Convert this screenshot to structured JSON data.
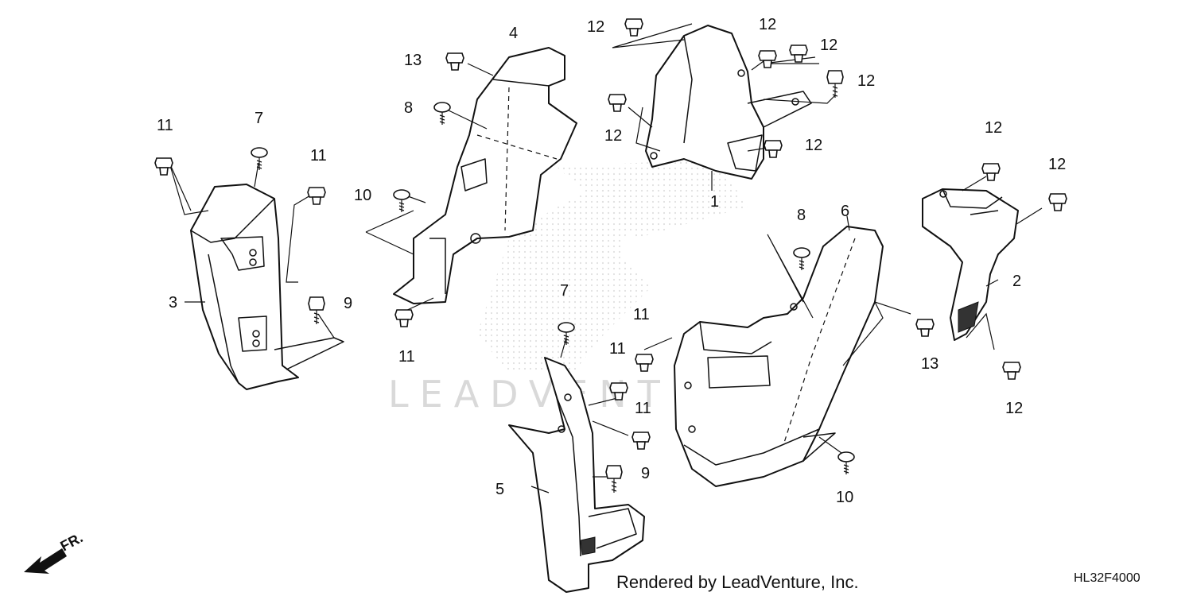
{
  "watermark": {
    "text": "LEADVENTURE"
  },
  "footer": {
    "rendered_by": "Rendered by LeadVenture, Inc.",
    "diagram_code": "HL32F4000"
  },
  "direction": {
    "label": "FR."
  },
  "callouts": [
    {
      "id": "c1",
      "text": "1"
    },
    {
      "id": "c2",
      "text": "2"
    },
    {
      "id": "c3",
      "text": "3"
    },
    {
      "id": "c4",
      "text": "4"
    },
    {
      "id": "c5",
      "text": "5"
    },
    {
      "id": "c6",
      "text": "6"
    },
    {
      "id": "c7a",
      "text": "7"
    },
    {
      "id": "c7b",
      "text": "7"
    },
    {
      "id": "c8a",
      "text": "8"
    },
    {
      "id": "c8b",
      "text": "8"
    },
    {
      "id": "c9a",
      "text": "9"
    },
    {
      "id": "c9b",
      "text": "9"
    },
    {
      "id": "c10a",
      "text": "10"
    },
    {
      "id": "c10b",
      "text": "10"
    },
    {
      "id": "c11a",
      "text": "11"
    },
    {
      "id": "c11b",
      "text": "11"
    },
    {
      "id": "c11c",
      "text": "11"
    },
    {
      "id": "c11d",
      "text": "11"
    },
    {
      "id": "c11e",
      "text": "11"
    },
    {
      "id": "c11f",
      "text": "11"
    },
    {
      "id": "c12a",
      "text": "12"
    },
    {
      "id": "c12b",
      "text": "12"
    },
    {
      "id": "c12c",
      "text": "12"
    },
    {
      "id": "c12d",
      "text": "12"
    },
    {
      "id": "c12e",
      "text": "12"
    },
    {
      "id": "c12f",
      "text": "12"
    },
    {
      "id": "c12g",
      "text": "12"
    },
    {
      "id": "c12h",
      "text": "12"
    },
    {
      "id": "c12i",
      "text": "12"
    },
    {
      "id": "c13a",
      "text": "13"
    },
    {
      "id": "c13b",
      "text": "13"
    }
  ]
}
